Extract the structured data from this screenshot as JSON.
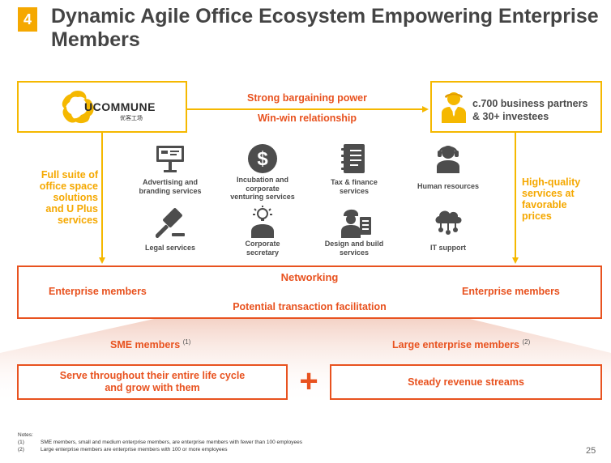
{
  "header": {
    "section_number": "4",
    "title": "Dynamic Agile Office Ecosystem Empowering Enterprise Members"
  },
  "logo": {
    "wordmark": "UCOMMUNE",
    "chinese": "优客工场"
  },
  "partners": {
    "line1": "c.700 business partners",
    "line2": "& 30+ investees"
  },
  "relationship": {
    "top": "Strong bargaining power",
    "bottom": "Win-win relationship"
  },
  "left_side": {
    "lines": [
      "Full suite of",
      "office space",
      "solutions",
      "and U Plus",
      "services"
    ]
  },
  "right_side": {
    "lines": [
      "High-quality",
      "services at",
      "favorable",
      "prices"
    ]
  },
  "services": [
    {
      "label_lines": [
        "Advertising and",
        "branding services"
      ],
      "icon": "billboard-icon"
    },
    {
      "label_lines": [
        "Incubation and",
        "corporate",
        "venturing services"
      ],
      "icon": "dollar-icon"
    },
    {
      "label_lines": [
        "Tax & finance",
        "services"
      ],
      "icon": "notebook-icon"
    },
    {
      "label_lines": [
        "Human resources"
      ],
      "icon": "headset-person-icon"
    },
    {
      "label_lines": [
        "Legal services"
      ],
      "icon": "gavel-icon"
    },
    {
      "label_lines": [
        "Corporate",
        "secretary"
      ],
      "icon": "idea-person-icon"
    },
    {
      "label_lines": [
        "Design and build",
        "services"
      ],
      "icon": "builder-icon"
    },
    {
      "label_lines": [
        "IT support"
      ],
      "icon": "cloud-network-icon"
    }
  ],
  "networking": {
    "title": "Networking",
    "left": "Enterprise members",
    "right": "Enterprise members",
    "bottom": "Potential transaction facilitation"
  },
  "members": {
    "sme": "SME members",
    "sme_note": "(1)",
    "large": "Large enterprise members",
    "large_note": "(2)"
  },
  "outcomes": {
    "serve_line1": "Serve throughout their entire life cycle",
    "serve_line2": "and grow with them",
    "plus": "+",
    "steady": "Steady revenue streams"
  },
  "notes": {
    "heading": "Notes:",
    "items": [
      {
        "num": "(1)",
        "text": "SME members, small and medium enterprise members, are enterprise members with fewer than 100 employees"
      },
      {
        "num": "(2)",
        "text": "Large enterprise members are enterprise members with 100 or more employees"
      }
    ]
  },
  "page_number": "25",
  "colors": {
    "orange": "#e8521f",
    "yellow": "#f5a800",
    "dark_text": "#444444",
    "icon": "#4d4d4d"
  }
}
